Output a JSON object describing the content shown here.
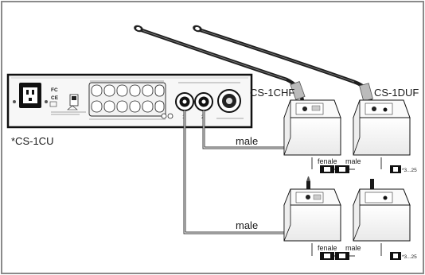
{
  "labels": {
    "control_unit": "*CS-1CU",
    "chairman_unit": "CS-1CHF",
    "delegate_unit": "CS-1DUF",
    "cable_upper": "male",
    "cable_lower": "male"
  },
  "connectors": {
    "upper": {
      "left": "fenale",
      "right": "male"
    },
    "lower": {
      "left": "fenale",
      "right": "male"
    },
    "chain_upper": "*3...25",
    "chain_lower": "*3...25"
  },
  "control_unit_panel": {
    "fc_mark": "FC",
    "ce_mark": "CE",
    "output_numbers": [
      "1",
      "2"
    ]
  }
}
